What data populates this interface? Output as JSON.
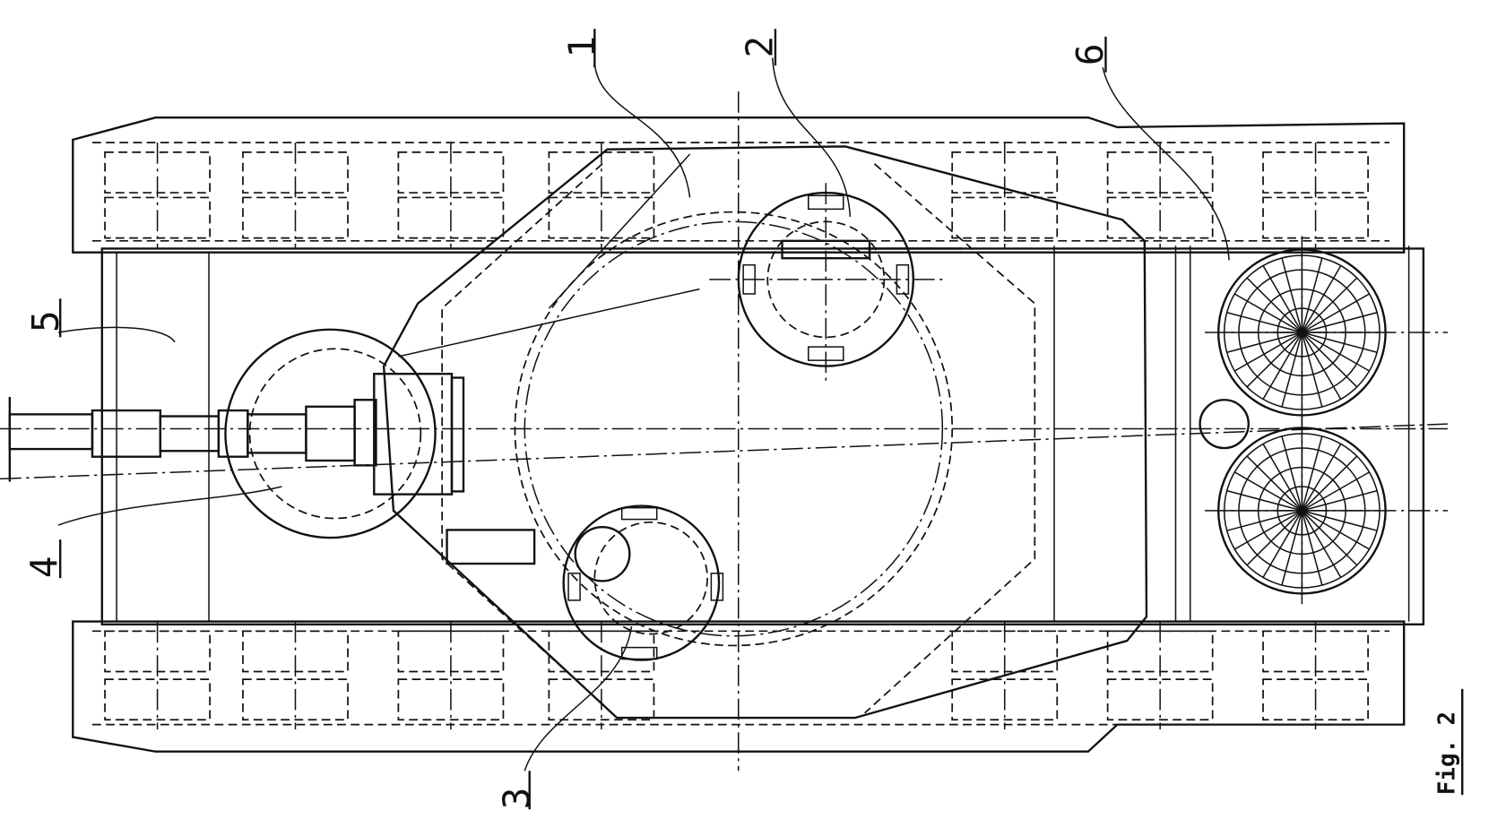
{
  "figure": {
    "caption": "Fig. 2",
    "labels": {
      "l1": "1",
      "l2": "2",
      "l3": "3",
      "l4": "4",
      "l5": "5",
      "l6": "6"
    }
  }
}
